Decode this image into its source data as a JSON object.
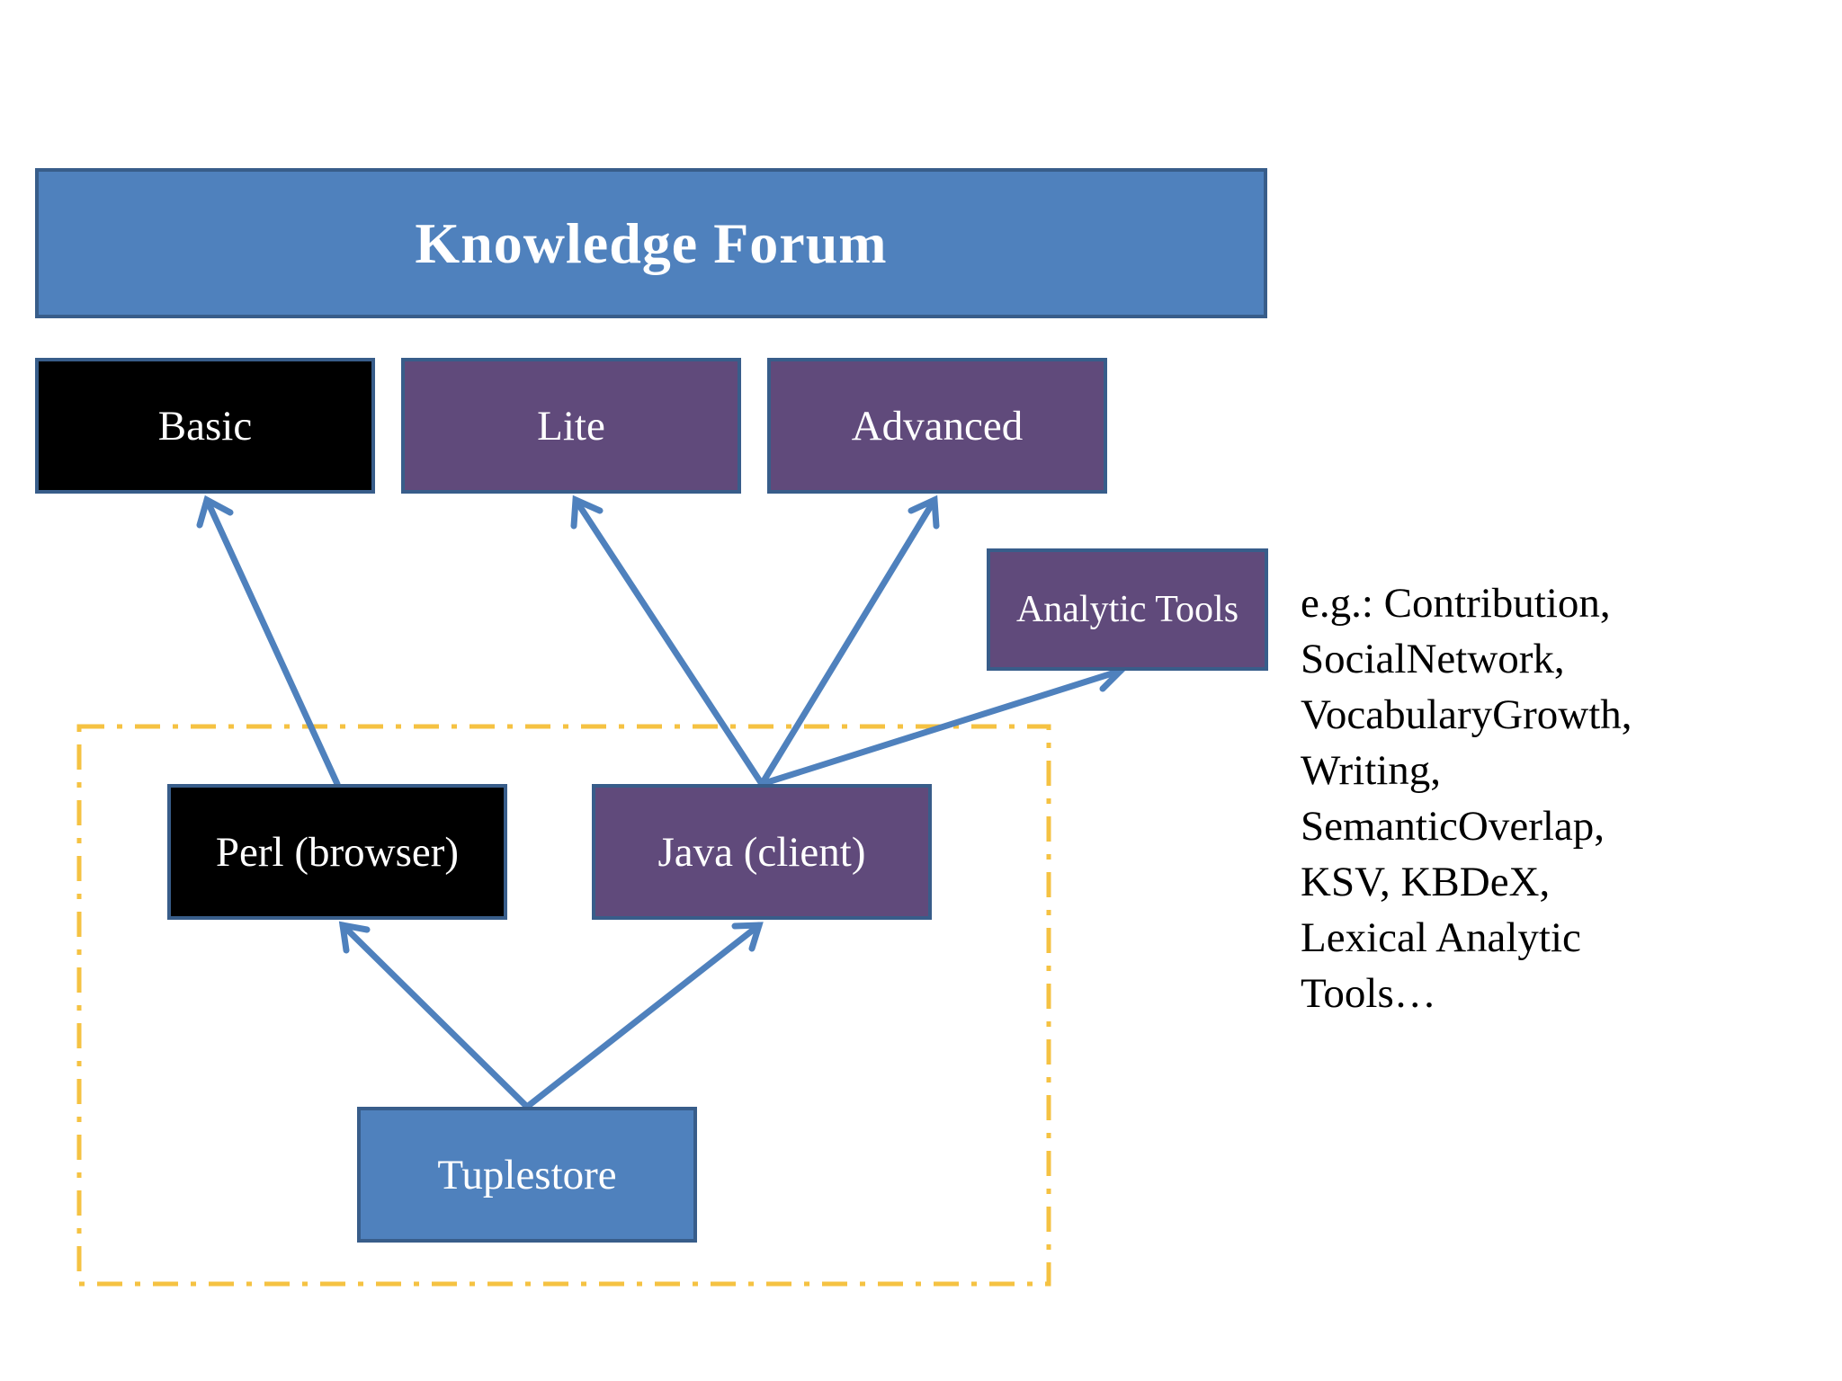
{
  "diagram": {
    "header": "Knowledge Forum",
    "interfaces": {
      "basic": "Basic",
      "lite": "Lite",
      "advanced": "Advanced"
    },
    "analytic_tools": "Analytic Tools",
    "middleware": {
      "perl": "Perl (browser)",
      "java": "Java (client)"
    },
    "store": "Tuplestore",
    "examples_text": "e.g.: Contribution,\nSocialNetwork,\nVocabularyGrowth,\nWriting,\nSemanticOverlap,\nKSV, KBDeX,\nLexical Analytic\nTools…"
  },
  "colors": {
    "blue": "#4f81bd",
    "purple": "#604a7b",
    "black": "#000000",
    "arrow": "#4f81bd",
    "dashed_boundary": "#f5c242"
  },
  "edges": [
    {
      "from": "Perl (browser)",
      "to": "Basic"
    },
    {
      "from": "Java (client)",
      "to": "Lite"
    },
    {
      "from": "Java (client)",
      "to": "Advanced"
    },
    {
      "from": "Java (client)",
      "to": "Analytic Tools"
    },
    {
      "from": "Tuplestore",
      "to": "Perl (browser)"
    },
    {
      "from": "Tuplestore",
      "to": "Java (client)"
    }
  ]
}
